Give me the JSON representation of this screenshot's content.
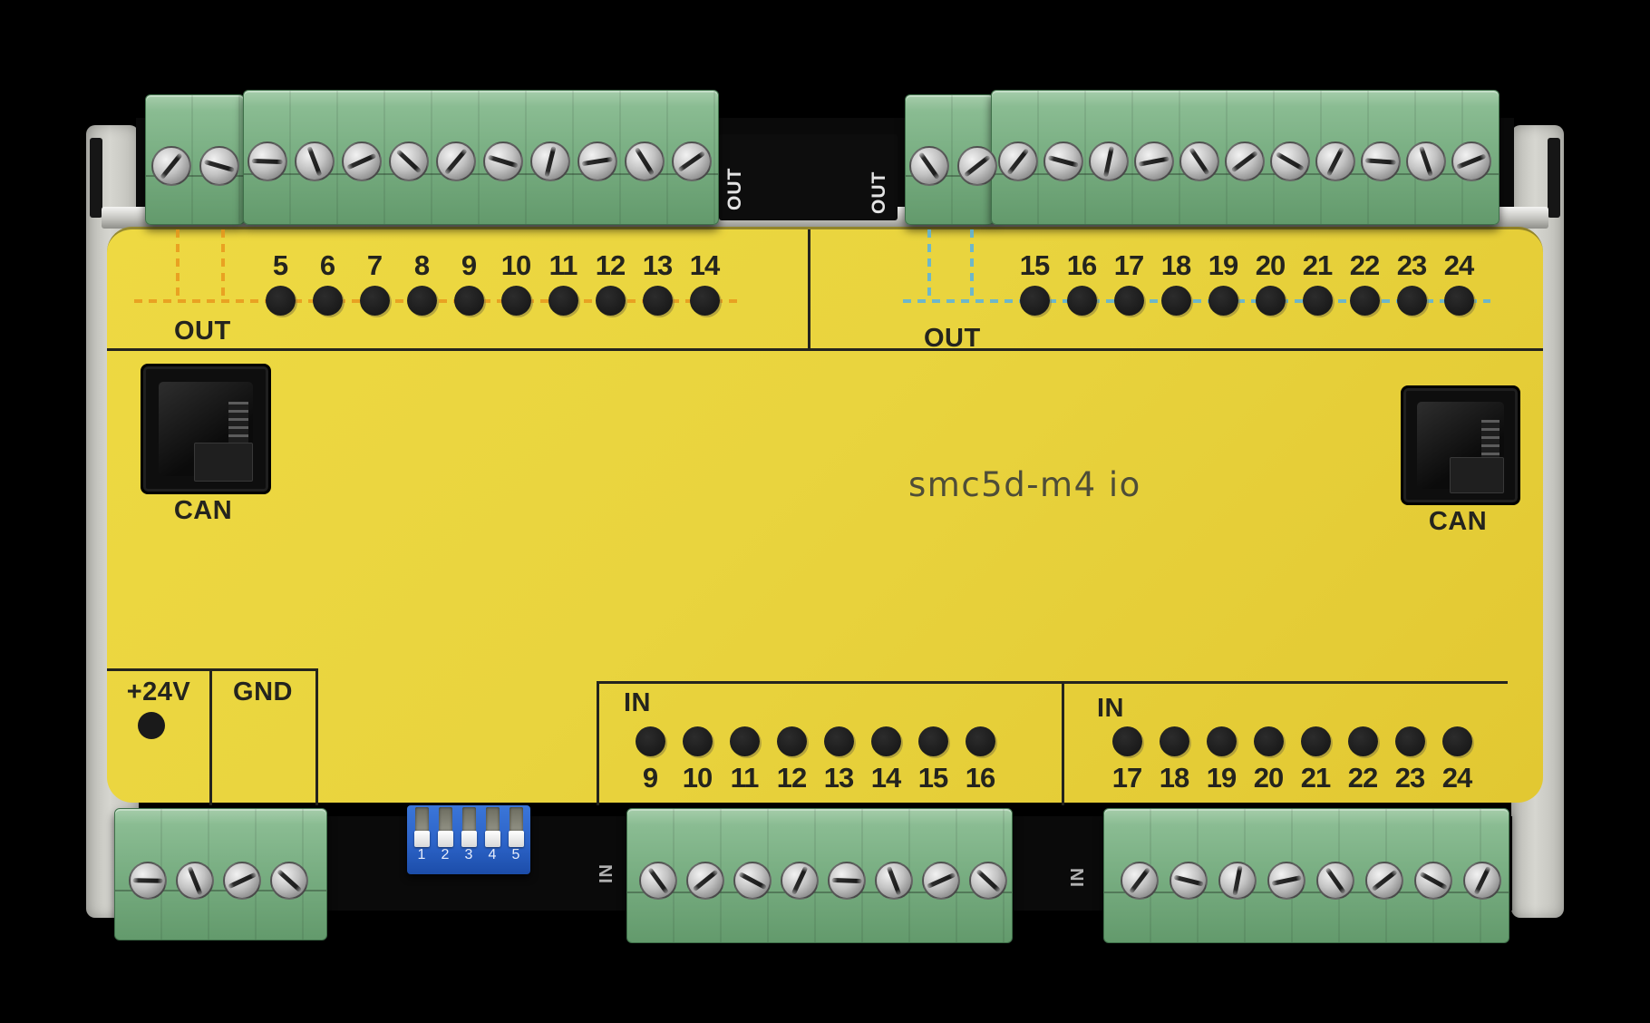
{
  "model": {
    "label": "smc5d-m4 io"
  },
  "colors": {
    "panel_yellow": "#e9d43e",
    "terminal_green": "#79ae82",
    "accent_orange": "#e8941a",
    "accent_blue": "#58b2e2",
    "dip_blue": "#2c63c8",
    "led_black": "#1a1a1a",
    "housing_gray": "#c9c9c3",
    "label_black": "#24241e"
  },
  "sections": {
    "out_left": {
      "label": "OUT",
      "channels": [
        "5",
        "6",
        "7",
        "8",
        "9",
        "10",
        "11",
        "12",
        "13",
        "14"
      ]
    },
    "out_right": {
      "label": "OUT",
      "channels": [
        "15",
        "16",
        "17",
        "18",
        "19",
        "20",
        "21",
        "22",
        "23",
        "24"
      ]
    },
    "in_mid": {
      "label": "IN",
      "channels": [
        "9",
        "10",
        "11",
        "12",
        "13",
        "14",
        "15",
        "16"
      ]
    },
    "in_right": {
      "label": "IN",
      "channels": [
        "17",
        "18",
        "19",
        "20",
        "21",
        "22",
        "23",
        "24"
      ]
    }
  },
  "connectors": {
    "can_left": {
      "label": "CAN"
    },
    "can_right": {
      "label": "CAN"
    },
    "top_vertical_left": "OUT",
    "top_vertical_right": "OUT",
    "bottom_vertical_left": "IN",
    "bottom_vertical_right": "IN"
  },
  "power": {
    "plus24": "+24V",
    "gnd": "GND"
  },
  "dip_switch": {
    "positions": [
      "1",
      "2",
      "3",
      "4",
      "5"
    ]
  },
  "terminal_blocks": {
    "top_left_small": {
      "screws": 2
    },
    "top_left_large": {
      "screws": 10
    },
    "top_right_small": {
      "screws": 2
    },
    "top_right_large": {
      "screws": 11
    },
    "bottom_left": {
      "screws": 4
    },
    "bottom_mid": {
      "screws": 8
    },
    "bottom_right": {
      "screws": 8
    }
  }
}
